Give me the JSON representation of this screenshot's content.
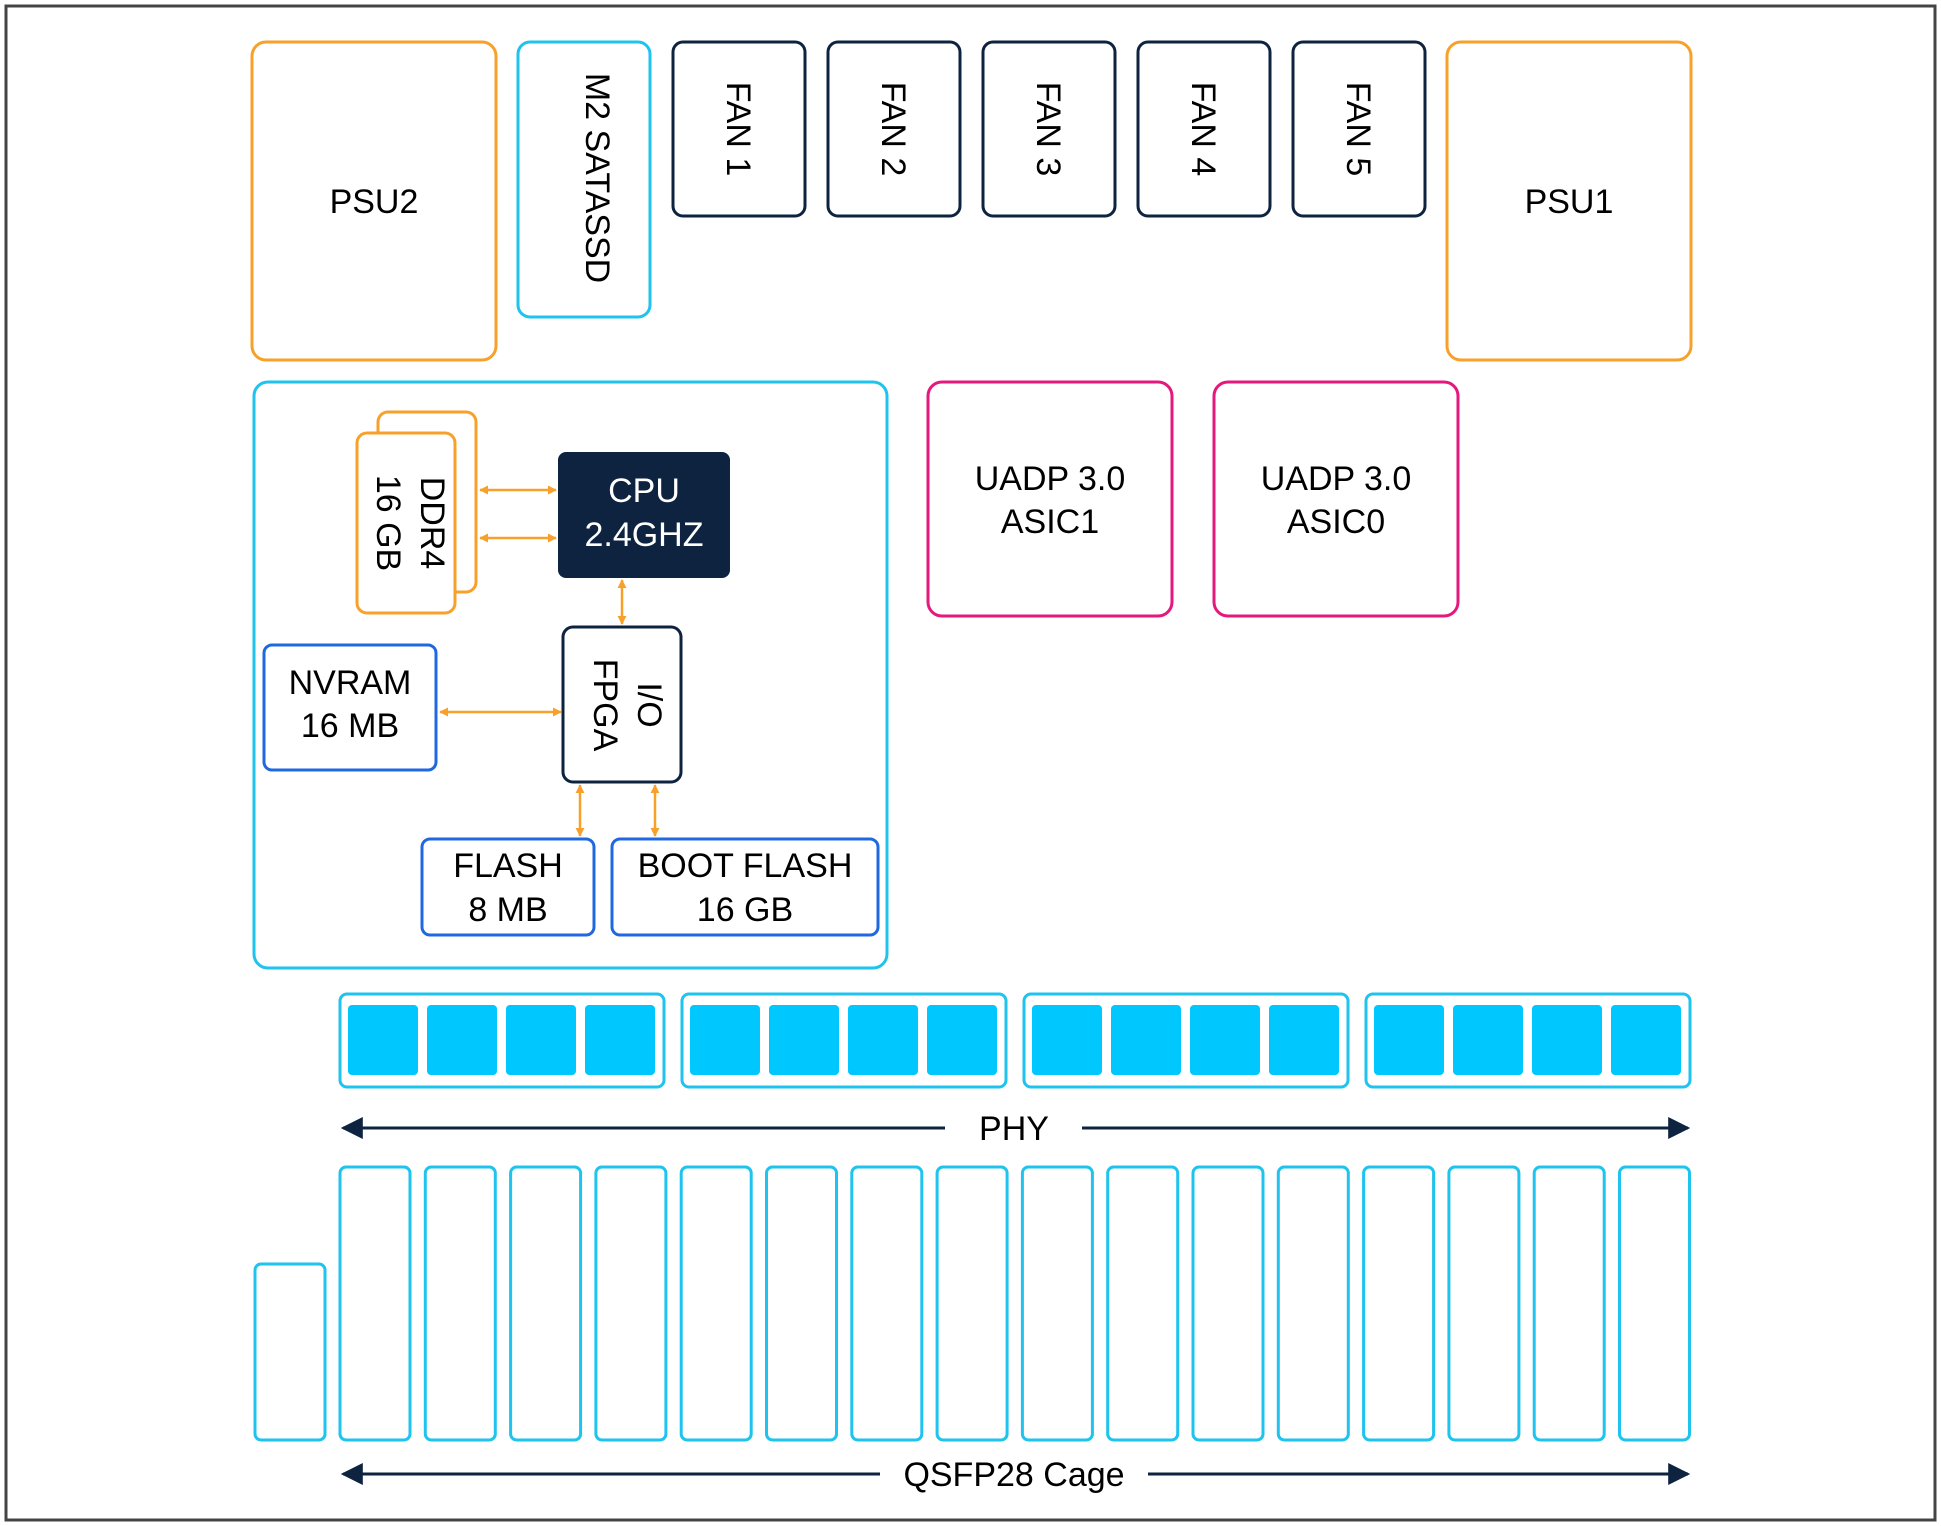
{
  "colors": {
    "orange": "#f7a12b",
    "cyan": "#1ec3ee",
    "navy": "#0d2340",
    "magenta": "#e5187c",
    "blue": "#1f68e0",
    "port_fill": "#00c8ff",
    "border": "#444444"
  },
  "top_row": {
    "psu2": "PSU2",
    "m2": "M2 SATASSD",
    "fans": [
      "FAN 1",
      "FAN 2",
      "FAN 3",
      "FAN 4",
      "FAN 5"
    ],
    "psu1": "PSU1"
  },
  "cpu_module": {
    "ddr4_line1": "DDR4",
    "ddr4_line2": "16 GB",
    "cpu_line1": "CPU",
    "cpu_line2": "2.4GHZ",
    "io_line1": "I/O",
    "io_line2": "FPGA",
    "nvram_line1": "NVRAM",
    "nvram_line2": "16 MB",
    "flash_line1": "FLASH",
    "flash_line2": "8 MB",
    "boot_line1": "BOOT FLASH",
    "boot_line2": "16 GB"
  },
  "asics": [
    {
      "line1": "UADP 3.0",
      "line2": "ASIC1"
    },
    {
      "line1": "UADP 3.0",
      "line2": "ASIC0"
    }
  ],
  "phy_label": "PHY",
  "qsfp_label": "QSFP28 Cage"
}
